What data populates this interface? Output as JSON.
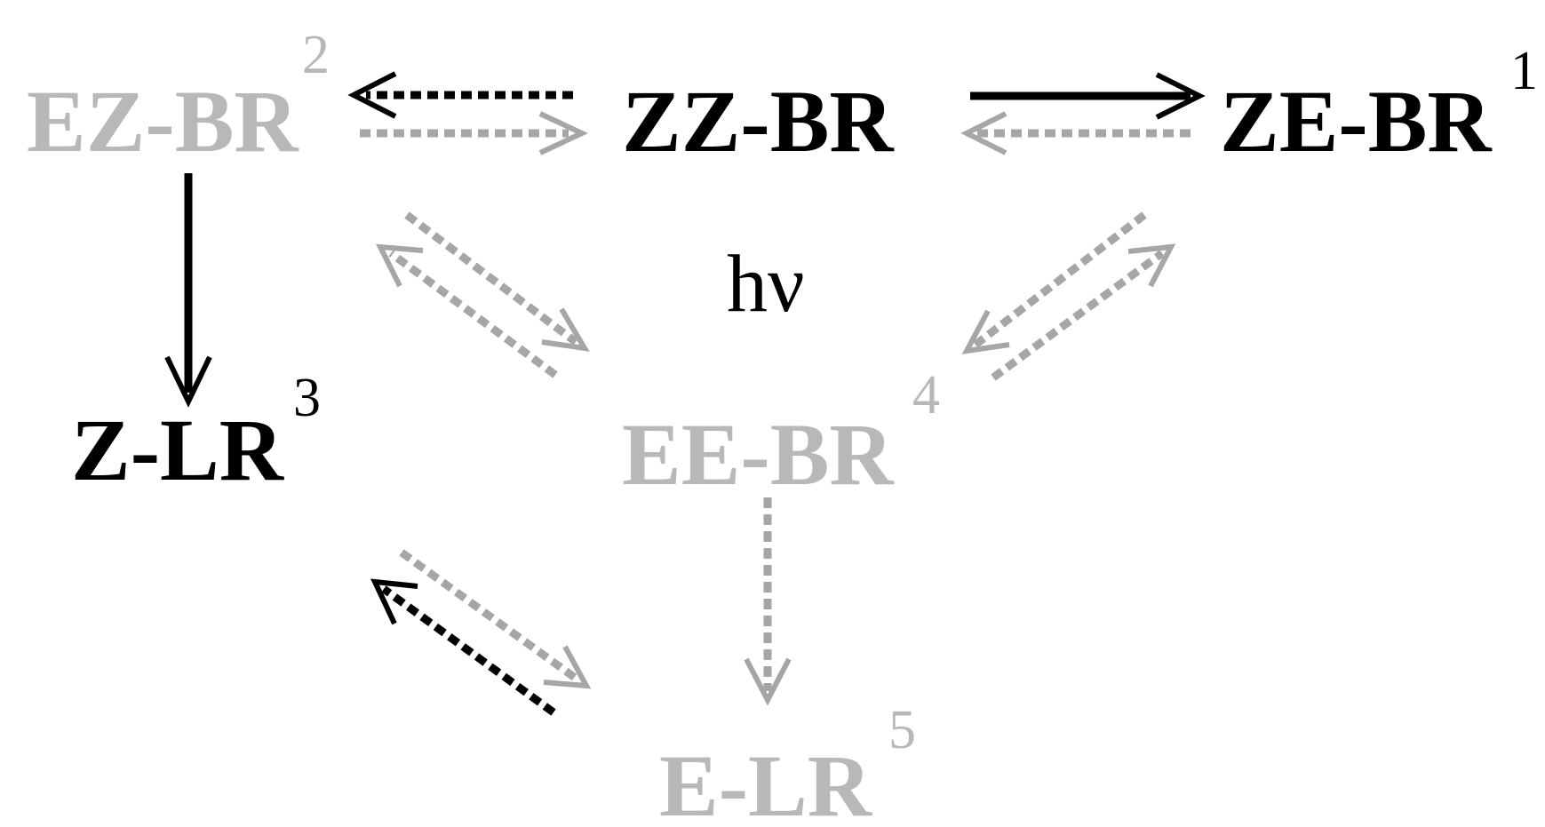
{
  "colors": {
    "dark": "#000000",
    "light": "#b4b4b4",
    "arrow_light": "#a6a6a6"
  },
  "nodes": {
    "ez_br": {
      "label": "EZ-BR",
      "sup": "2",
      "color": "#b8b8b8"
    },
    "zz_br": {
      "label": "ZZ-BR",
      "sup": "",
      "color": "#000000"
    },
    "ze_br": {
      "label": "ZE-BR",
      "sup": "1",
      "color": "#000000"
    },
    "z_lr": {
      "label": "Z-LR",
      "sup": "3",
      "color": "#000000"
    },
    "ee_br": {
      "label": "EE-BR",
      "sup": "4",
      "color": "#b8b8b8"
    },
    "e_lr": {
      "label": "E-LR",
      "sup": "5",
      "color": "#b8b8b8"
    }
  },
  "hv_label": "hν",
  "edges": [
    {
      "id": "zz-to-ez",
      "from": "zz_br",
      "to": "ez_br",
      "style": "dotted",
      "color": "dark"
    },
    {
      "id": "ez-to-zz",
      "from": "ez_br",
      "to": "zz_br",
      "style": "dotted",
      "color": "light"
    },
    {
      "id": "zz-to-ze",
      "from": "zz_br",
      "to": "ze_br",
      "style": "solid",
      "color": "dark"
    },
    {
      "id": "ze-to-zz",
      "from": "ze_br",
      "to": "zz_br",
      "style": "dotted",
      "color": "light"
    },
    {
      "id": "ez-to-zlr",
      "from": "ez_br",
      "to": "z_lr",
      "style": "solid",
      "color": "dark"
    },
    {
      "id": "ez-to-ee",
      "from": "ez_br",
      "to": "ee_br",
      "style": "dotted",
      "color": "light"
    },
    {
      "id": "ee-to-ez",
      "from": "ee_br",
      "to": "ez_br",
      "style": "dotted",
      "color": "light"
    },
    {
      "id": "ze-to-ee",
      "from": "ze_br",
      "to": "ee_br",
      "style": "dotted",
      "color": "light"
    },
    {
      "id": "ee-to-ze",
      "from": "ee_br",
      "to": "ze_br",
      "style": "dotted",
      "color": "light"
    },
    {
      "id": "ee-to-elr",
      "from": "ee_br",
      "to": "e_lr",
      "style": "dotted",
      "color": "light"
    },
    {
      "id": "zlr-to-elr",
      "from": "z_lr",
      "to": "e_lr",
      "style": "dotted",
      "color": "light"
    },
    {
      "id": "elr-to-zlr",
      "from": "e_lr",
      "to": "z_lr",
      "style": "dotted",
      "color": "dark"
    }
  ]
}
